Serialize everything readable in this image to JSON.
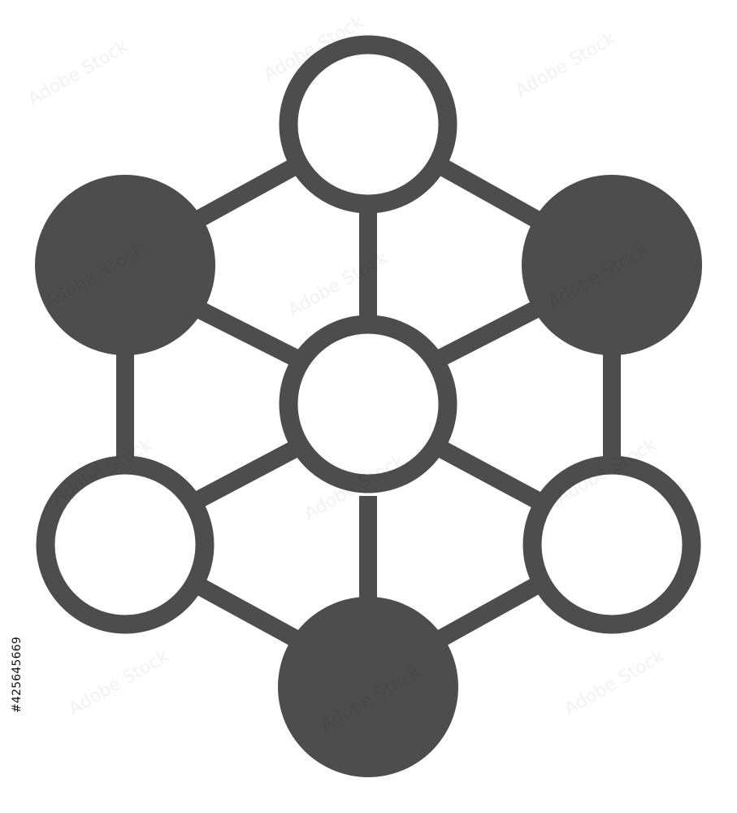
{
  "icon": {
    "name": "molecule-network-icon",
    "fill_color": "#4d4d4d",
    "background_color": "#ffffff",
    "nodes": [
      {
        "id": "top",
        "style": "hollow"
      },
      {
        "id": "upper-left",
        "style": "filled"
      },
      {
        "id": "upper-right",
        "style": "filled"
      },
      {
        "id": "center",
        "style": "hollow"
      },
      {
        "id": "lower-left",
        "style": "hollow"
      },
      {
        "id": "lower-right",
        "style": "hollow"
      },
      {
        "id": "bottom",
        "style": "filled"
      }
    ]
  },
  "watermark": {
    "text": "Adobe Stock"
  },
  "stock_id": "#425645669"
}
